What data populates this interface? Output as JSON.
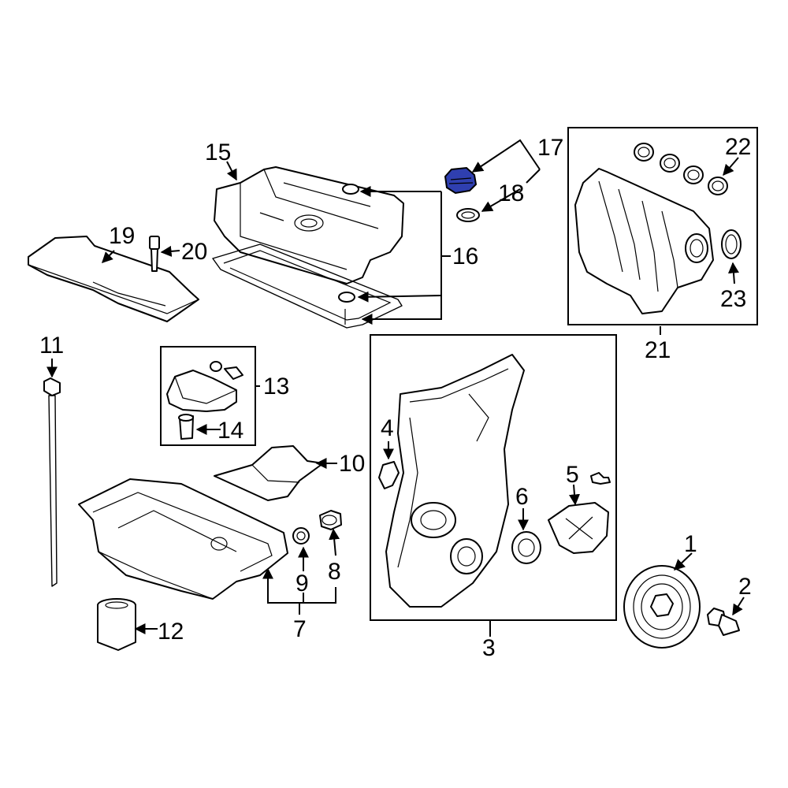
{
  "highlight_color": "#2f3fb0",
  "highlighted_part": "17",
  "callouts": {
    "c1": "1",
    "c2": "2",
    "c3": "3",
    "c4": "4",
    "c5": "5",
    "c6": "6",
    "c7": "7",
    "c8": "8",
    "c9": "9",
    "c10": "10",
    "c11": "11",
    "c12": "12",
    "c13": "13",
    "c14": "14",
    "c15": "15",
    "c16": "16",
    "c17": "17",
    "c18": "18",
    "c19": "19",
    "c20": "20",
    "c21": "21",
    "c22": "22",
    "c23": "23"
  }
}
